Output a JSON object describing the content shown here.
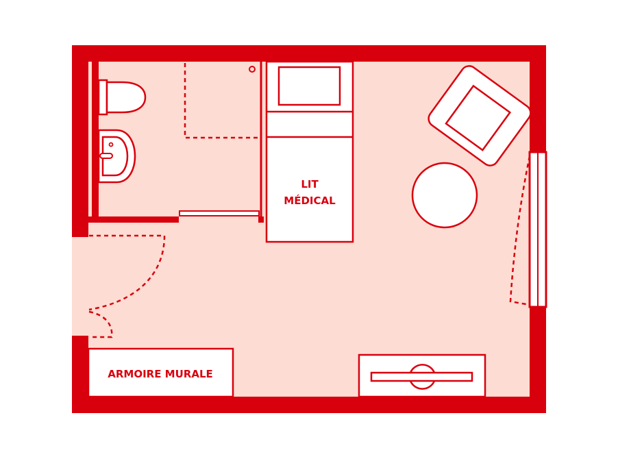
{
  "plan": {
    "colors": {
      "wall": "#d9000d",
      "floor": "#fcdcd3",
      "furniture_fill": "#ffffff"
    },
    "labels": {
      "bed_line1": "LIT",
      "bed_line2": "MÉDICAL",
      "wardrobe": "ARMOIRE MURALE"
    },
    "icons": [
      "toilet-icon",
      "washbasin-icon",
      "armchair-icon",
      "round-table-icon",
      "desk-icon"
    ]
  }
}
